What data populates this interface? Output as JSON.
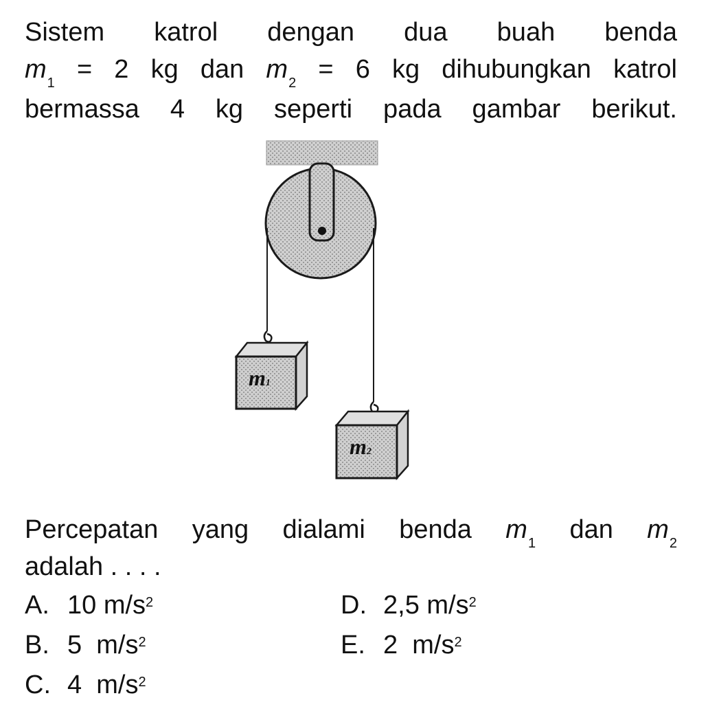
{
  "question": {
    "intro_line1": "Sistem katrol dengan dua buah benda",
    "intro_line2": {
      "m1_symbol": "m",
      "m1_sub": "1",
      "m1_value": "= 2 kg dan",
      "m2_symbol": "m",
      "m2_sub": "2",
      "m2_value": "= 6 kg dihubungkan katrol"
    },
    "intro_line3": "bermassa 4 kg seperti pada gambar berikut.",
    "prompt_line1": {
      "text": "Percepatan yang dialami benda",
      "m1_symbol": "m",
      "m1_sub": "1",
      "conj": "dan",
      "m2_symbol": "m",
      "m2_sub": "2"
    },
    "prompt_line2": "adalah . . . ."
  },
  "diagram": {
    "block1_label": "m",
    "block1_sub": "1",
    "block2_label": "m",
    "block2_sub": "2",
    "colors": {
      "fill": "#c8c8c8",
      "stroke": "#1a1a1a",
      "ceiling": "#bdbdbd"
    }
  },
  "options": [
    {
      "letter": "A.",
      "value": "10 m/s",
      "exp": "2"
    },
    {
      "letter": "B.",
      "value": "5  m/s",
      "exp": "2"
    },
    {
      "letter": "C.",
      "value": "4  m/s",
      "exp": "2"
    },
    {
      "letter": "D.",
      "value": "2,5 m/s",
      "exp": "2"
    },
    {
      "letter": "E.",
      "value": "2  m/s",
      "exp": "2"
    }
  ]
}
